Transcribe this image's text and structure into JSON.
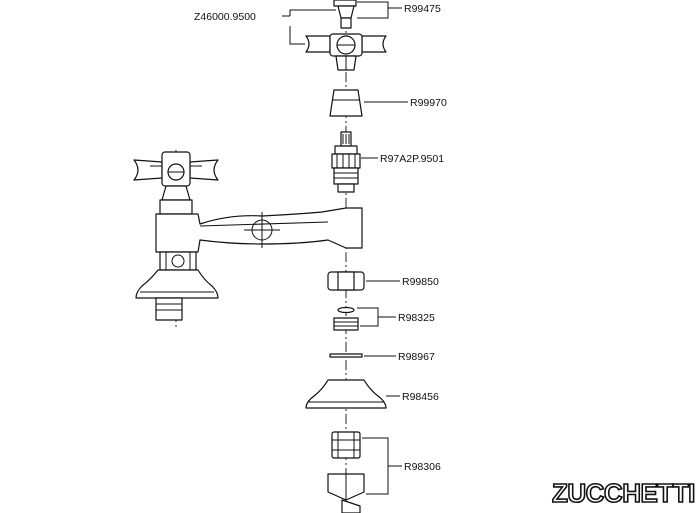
{
  "brand": {
    "name": "ZUCCHETTI"
  },
  "part_codes": [
    {
      "code": "R99475"
    },
    {
      "code": "Z46000.9500"
    },
    {
      "code": "R99970"
    },
    {
      "code": "R97A2P.9501"
    },
    {
      "code": "R99850"
    },
    {
      "code": "R98325"
    },
    {
      "code": "R98967"
    },
    {
      "code": "R98456"
    },
    {
      "code": "R98306"
    }
  ]
}
